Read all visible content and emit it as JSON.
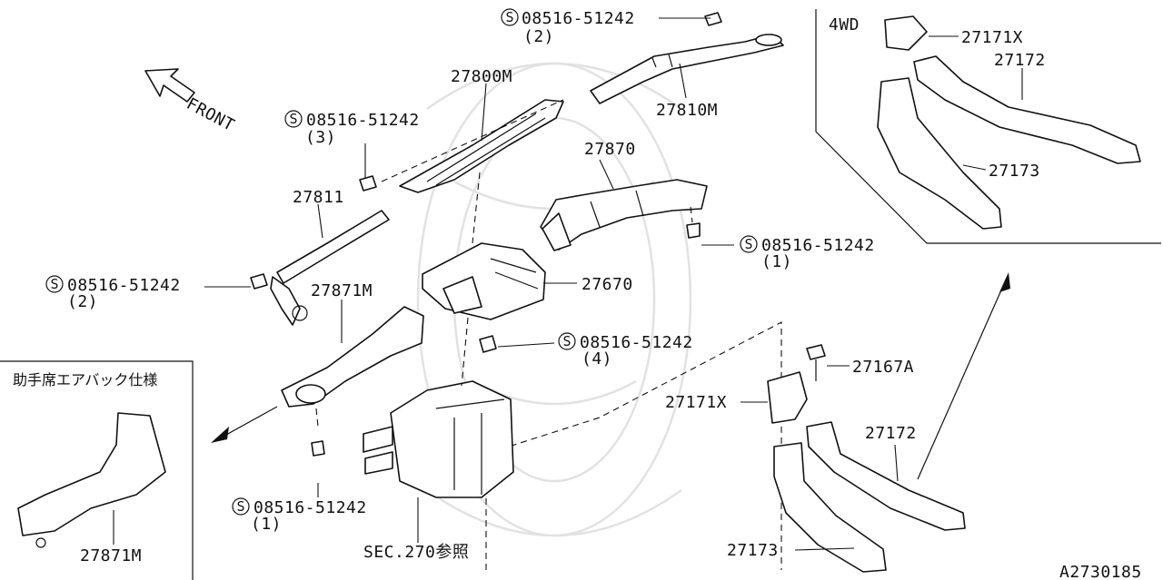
{
  "diagram": {
    "catalog_code": "A2730185",
    "front_label": "FRONT",
    "bolt_symbol": "S",
    "variant_4wd": "4WD",
    "variant_airbag": "助手席エアバック仕様",
    "parts": {
      "p27800M": "27800M",
      "p27810M": "27810M",
      "p27811": "27811",
      "p27870": "27870",
      "p27670": "27670",
      "p27871M_main": "27871M",
      "p27871M_inset": "27871M",
      "p27171X_main": "27171X",
      "p27171X_inset": "27171X",
      "p27172_main": "27172",
      "p27172_inset": "27172",
      "p27173_main": "27173",
      "p27173_inset": "27173",
      "p27167A": "27167A"
    },
    "bolts": {
      "top": {
        "number": "08516-51242",
        "qty": "(2)"
      },
      "upper_left": {
        "number": "08516-51242",
        "qty": "(3)"
      },
      "right": {
        "number": "08516-51242",
        "qty": "(1)"
      },
      "left": {
        "number": "08516-51242",
        "qty": "(2)"
      },
      "center": {
        "number": "08516-51242",
        "qty": "(4)"
      },
      "bottom": {
        "number": "08516-51242",
        "qty": "(1)"
      }
    },
    "sec_reference": "SEC.270参照"
  }
}
